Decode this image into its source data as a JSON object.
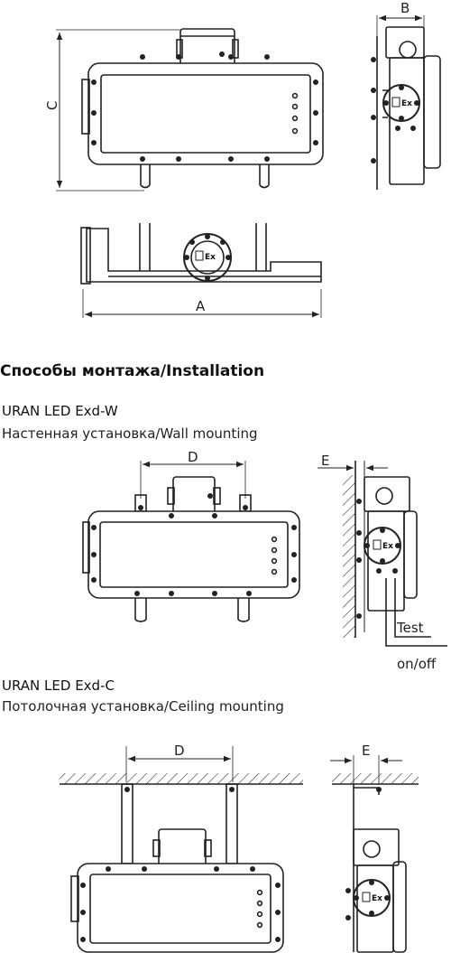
{
  "dimensions": {
    "a": "A",
    "b": "B",
    "c": "C",
    "d": "D",
    "e": "E"
  },
  "section_title": "Способы монтажа/Installation",
  "wall": {
    "model": "URAN LED Exd-W",
    "caption": "Настенная установка/Wall mounting"
  },
  "ceiling": {
    "model": "URAN LED Exd-C",
    "caption": "Потолочная установка/Ceiling mounting"
  },
  "labels": {
    "test": "Test",
    "onoff": "on/off"
  },
  "ex_mark": "Ex"
}
